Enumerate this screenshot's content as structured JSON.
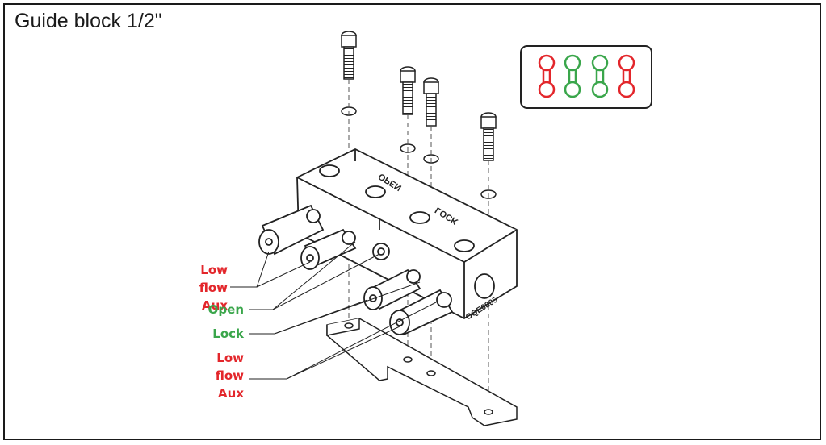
{
  "title": "Guide block 1/2\"",
  "block_labels": {
    "open": "OPEN",
    "lock": "LOCK",
    "part_number": "OQE0805"
  },
  "callouts": [
    {
      "line1": "Low",
      "line2": "flow Aux",
      "color": "#e3262b"
    },
    {
      "line1": "Open",
      "color": "#3aa64b"
    },
    {
      "line1": "Lock",
      "color": "#3aa64b"
    },
    {
      "line1": "Low",
      "line2": "flow Aux",
      "color": "#e3262b"
    }
  ],
  "legend": {
    "colors": [
      "#e3262b",
      "#3aa64b",
      "#3aa64b",
      "#e3262b"
    ]
  }
}
